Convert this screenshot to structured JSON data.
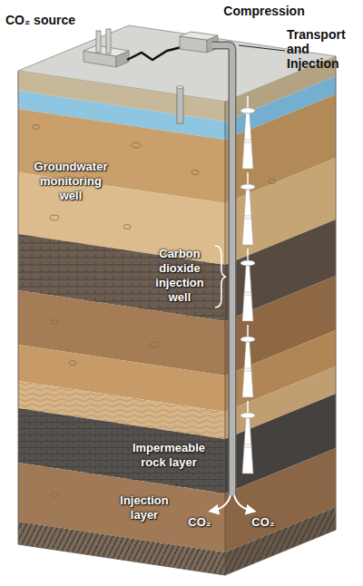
{
  "diagram": {
    "labels": [
      "CO₂ source",
      "Compression",
      "Transport and Injection",
      "Groundwater monitoring well",
      "Carbon dioxide injection well",
      "Impermeable rock layer",
      "Injection layer",
      "CO₂",
      "CO₂"
    ]
  }
}
